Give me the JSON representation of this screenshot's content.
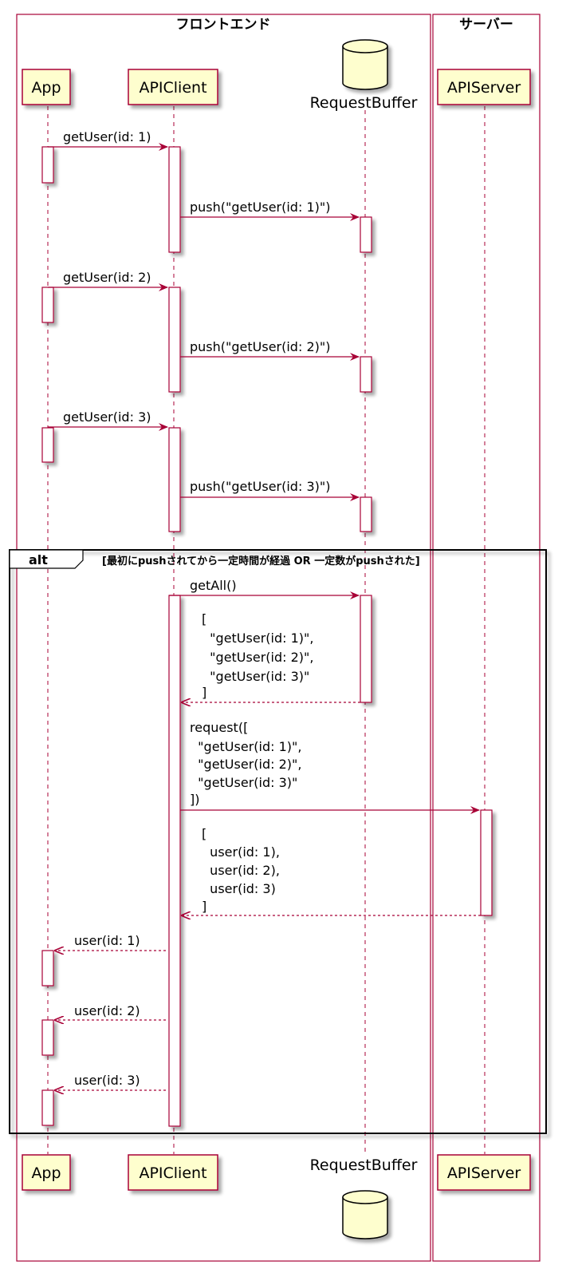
{
  "boxes": {
    "frontend": "フロントエンド",
    "server": "サーバー"
  },
  "participants": {
    "app": "App",
    "apiclient": "APIClient",
    "requestbuffer": "RequestBuffer",
    "apiserver": "APIServer"
  },
  "messages": {
    "m1": "getUser(id: 1)",
    "m2": "push(\"getUser(id: 1)\")",
    "m3": "getUser(id: 2)",
    "m4": "push(\"getUser(id: 2)\")",
    "m5": "getUser(id: 3)",
    "m6": "push(\"getUser(id: 3)\")",
    "m7": "getAll()",
    "m8": [
      "[",
      "  \"getUser(id: 1)\",",
      "  \"getUser(id: 2)\",",
      "  \"getUser(id: 3)\"",
      "]"
    ],
    "m9": [
      "request([",
      "  \"getUser(id: 1)\",",
      "  \"getUser(id: 2)\",",
      "  \"getUser(id: 3)\"",
      "])"
    ],
    "m10": [
      "[",
      "  user(id: 1),",
      "  user(id: 2),",
      "  user(id: 3)",
      "]"
    ],
    "m11": "user(id: 1)",
    "m12": "user(id: 2)",
    "m13": "user(id: 3)"
  },
  "alt": {
    "label": "alt",
    "condition": "[最初にpushされてから一定時間が経過 OR 一定数がpushされた]"
  },
  "colors": {
    "line": "#A80036",
    "participant_fill": "#FEFECE",
    "border": "#A80036",
    "frame": "#000000"
  }
}
